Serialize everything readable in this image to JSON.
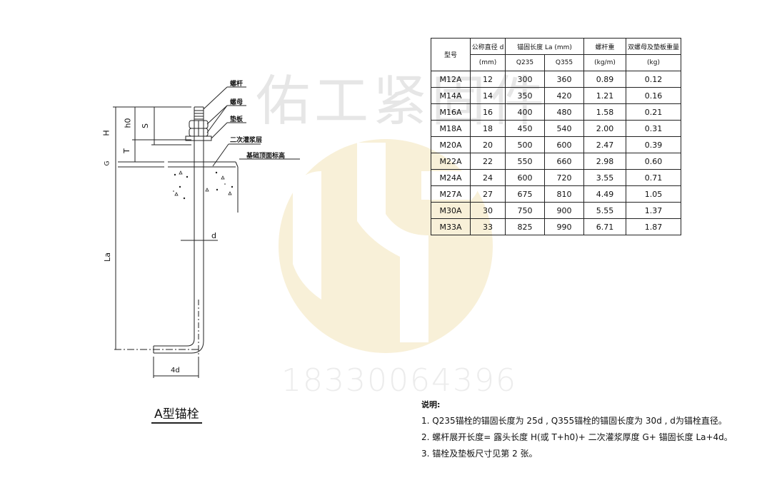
{
  "watermark": {
    "company": "佑工紧固件",
    "phone": "18330064396",
    "logo_color": "#f7efd6"
  },
  "drawing": {
    "caption": "A型锚栓",
    "part_labels": {
      "bolt_rod": "螺杆",
      "nut": "螺母",
      "washer_plate": "垫板",
      "secondary_grout": "二次灌浆层",
      "foundation_top": "基础顶面标高"
    },
    "dimensions": {
      "H": "H",
      "h0": "h0",
      "S": "S",
      "T": "T",
      "G": "G",
      "La": "La",
      "d": "d",
      "hook": "4d"
    }
  },
  "table": {
    "headers": {
      "model": "型号",
      "diameter": "公称直径 d",
      "diameter_unit": "(mm)",
      "anchor_length": "锚固长度 La (mm)",
      "q235": "Q235",
      "q355": "Q355",
      "rod_weight": "螺杆重",
      "rod_weight_unit": "(kg/m)",
      "nut_weight": "双螺母及垫板重量",
      "nut_weight_unit": "(kg)"
    },
    "rows": [
      {
        "model": "M12A",
        "d": "12",
        "q235": "300",
        "q355": "360",
        "rod": "0.89",
        "nut": "0.12"
      },
      {
        "model": "M14A",
        "d": "14",
        "q235": "350",
        "q355": "420",
        "rod": "1.21",
        "nut": "0.16"
      },
      {
        "model": "M16A",
        "d": "16",
        "q235": "400",
        "q355": "480",
        "rod": "1.58",
        "nut": "0.21"
      },
      {
        "model": "M18A",
        "d": "18",
        "q235": "450",
        "q355": "540",
        "rod": "2.00",
        "nut": "0.31"
      },
      {
        "model": "M20A",
        "d": "20",
        "q235": "500",
        "q355": "600",
        "rod": "2.47",
        "nut": "0.39"
      },
      {
        "model": "M22A",
        "d": "22",
        "q235": "550",
        "q355": "660",
        "rod": "2.98",
        "nut": "0.60"
      },
      {
        "model": "M24A",
        "d": "24",
        "q235": "600",
        "q355": "720",
        "rod": "3.55",
        "nut": "0.71"
      },
      {
        "model": "M27A",
        "d": "27",
        "q235": "675",
        "q355": "810",
        "rod": "4.49",
        "nut": "1.05"
      },
      {
        "model": "M30A",
        "d": "30",
        "q235": "750",
        "q355": "900",
        "rod": "5.55",
        "nut": "1.37"
      },
      {
        "model": "M33A",
        "d": "33",
        "q235": "825",
        "q355": "990",
        "rod": "6.71",
        "nut": "1.87"
      }
    ]
  },
  "notes": {
    "title": "说明:",
    "items": [
      "1. Q235锚栓的锚固长度为 25d , Q355锚栓的锚固长度为 30d , d为锚栓直径。",
      "2. 螺杆展开长度= 露头长度 H(或 T+h0)+ 二次灌浆厚度 G+ 锚固长度 La+4d。",
      "3. 锚栓及垫板尺寸见第 2 张。"
    ]
  }
}
